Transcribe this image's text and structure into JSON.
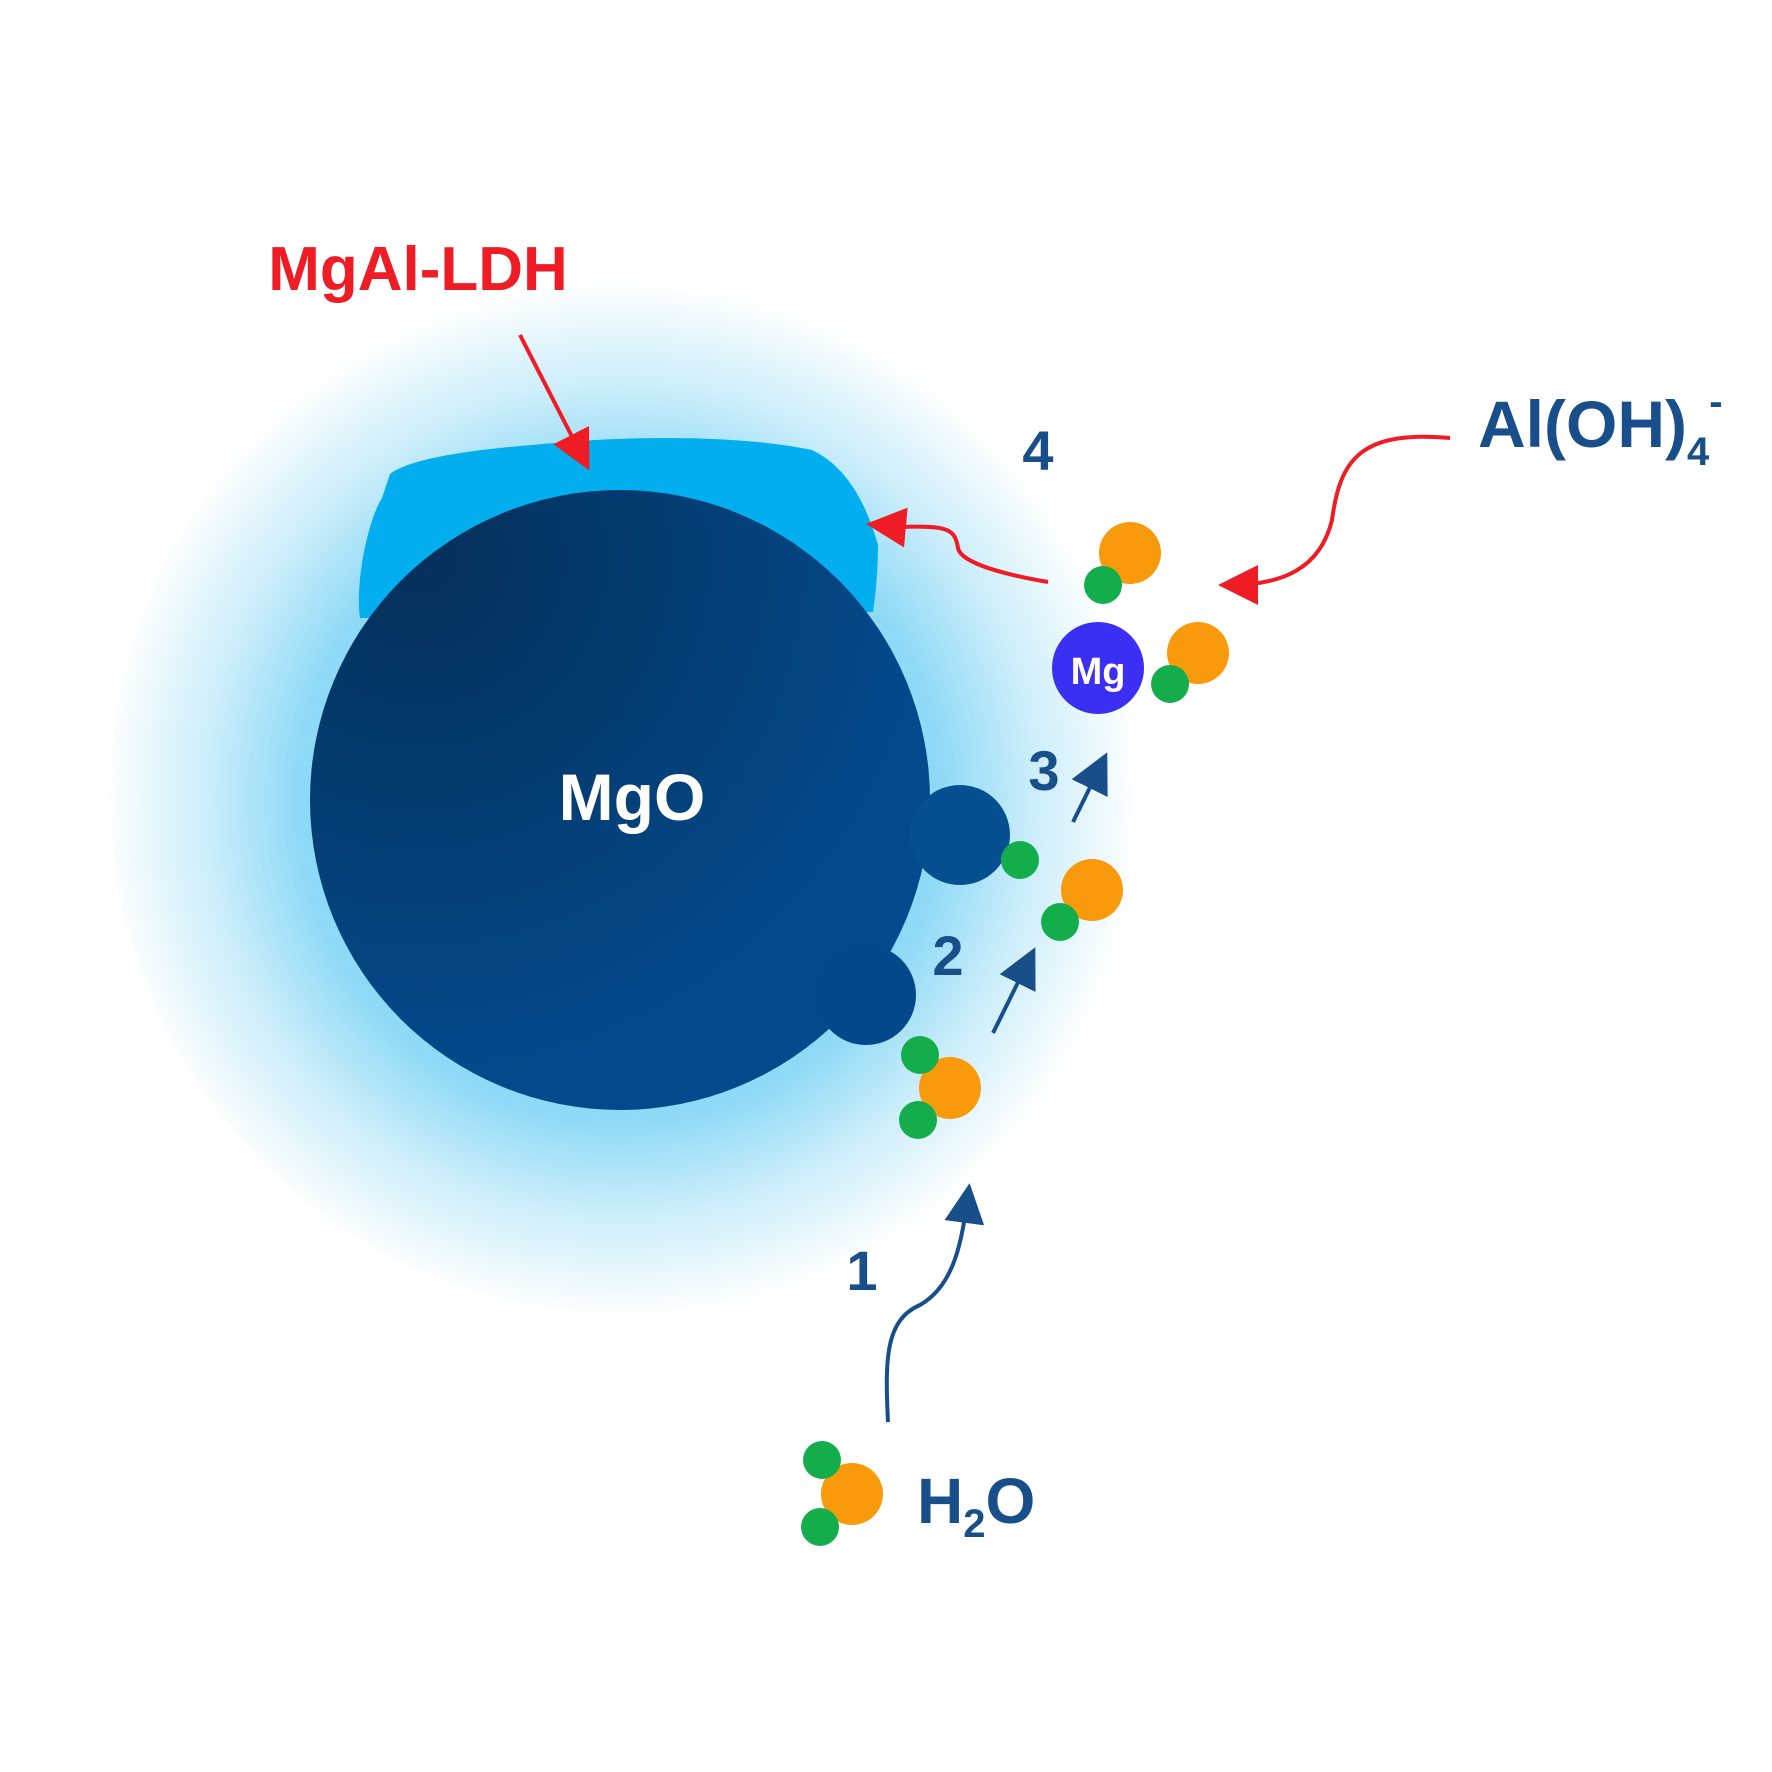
{
  "labels": {
    "ldh": "MgAl-LDH",
    "mgo": "MgO",
    "mg_ion": "Mg",
    "aluminate_base": "Al(OH)",
    "aluminate_sub": "4",
    "aluminate_sup": "-",
    "water_h": "H",
    "water_sub": "2",
    "water_o": "O"
  },
  "steps": [
    "1",
    "2",
    "3",
    "4"
  ],
  "colors": {
    "ldh_label": "#ee1c24",
    "step_label": "#184e8a",
    "mgo_core": "#034a8c",
    "ldh_layer": "#02aeee",
    "halo": "#8fdaf6",
    "mg_ion": "#3a2ff2",
    "oxygen_atom": "#f99a0c",
    "hydrogen_atom": "#13ad4c",
    "red_arrow": "#ee1c24",
    "blue_arrow": "#184e8a"
  },
  "icons": {
    "oxygen": "orange-circle",
    "hydrogen": "green-circle",
    "mg_ion": "blue-circle"
  }
}
